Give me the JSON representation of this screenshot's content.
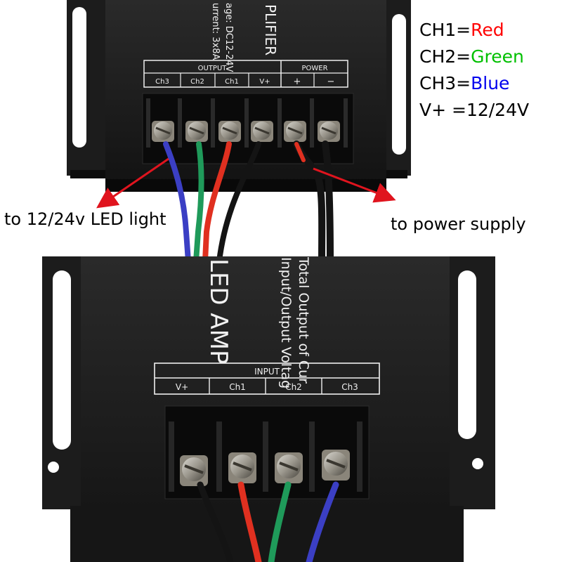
{
  "top_unit": {
    "label_fragments": {
      "voltage": "age: DC12-24V",
      "current": "urrent: 3x8A",
      "title": "PLIFIER"
    },
    "output_header": "OUTPUT",
    "power_header": "POWER",
    "terminals": [
      "Ch3",
      "Ch2",
      "Ch1",
      "V+",
      "+",
      "−"
    ]
  },
  "bottom_unit": {
    "label_fragments": {
      "title": "LED AMP",
      "voltage": "Input/Output Voltag",
      "current": "Total Output of Cur"
    },
    "input_header": "INPUT",
    "terminals": [
      "V+",
      "Ch1",
      "Ch2",
      "Ch3"
    ]
  },
  "legend": [
    {
      "prefix": "CH1=",
      "name": "Red",
      "color": "#ff0000"
    },
    {
      "prefix": "CH2=",
      "name": "Green",
      "color": "#00c000"
    },
    {
      "prefix": "CH3=",
      "name": "Blue",
      "color": "#0000ee"
    },
    {
      "prefix": "V+ =12/24V",
      "name": "",
      "color": "#000000"
    }
  ],
  "annotations": {
    "led_light": "to 12/24v LED light",
    "power_supply": "to power supply"
  },
  "wire_colors": {
    "ch1": "#e03020",
    "ch2": "#1f9a5a",
    "ch3": "#3b3fc4",
    "vplus": "#141414",
    "arrow": "#e0141e"
  }
}
